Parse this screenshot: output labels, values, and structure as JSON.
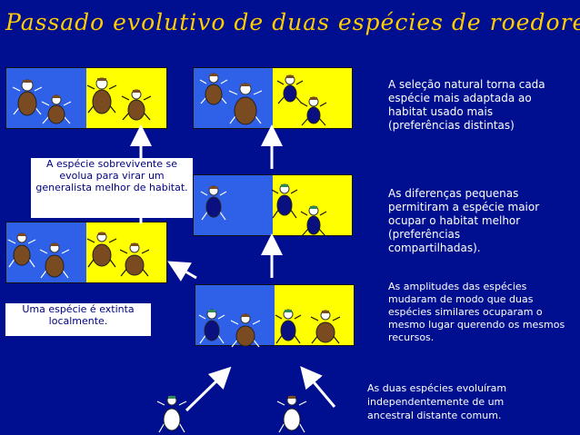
{
  "title": "Passado evolutivo de duas espécies de roedores:",
  "notes": {
    "n1": "A seleção natural torna cada espécie mais adaptada ao habitat usado mais (preferências distintas)",
    "n2": "As diferenças pequenas permitiram a espécie maior ocupar o habitat melhor (preferências compartilhadas).",
    "n3": "As amplitudes das espécies mudaram de modo que duas espécies similares ocuparam o mesmo lugar querendo os mesmos recursos.",
    "n4": "As duas espécies evoluíram independentemente  de um ancestral distante comum."
  },
  "boxes": {
    "b1": "A espécie sobrevivente se evolua para virar um generalista melhor de habitat.",
    "b2": "Uma espécie é extinta localmente."
  },
  "colors": {
    "background": "#000f8f",
    "blue_habitat": "#2f60e8",
    "yellow_habitat": "#ffff00",
    "brown_species": "#7a4a20",
    "navy_species": "#0a1080",
    "title": "#ffcc00"
  }
}
